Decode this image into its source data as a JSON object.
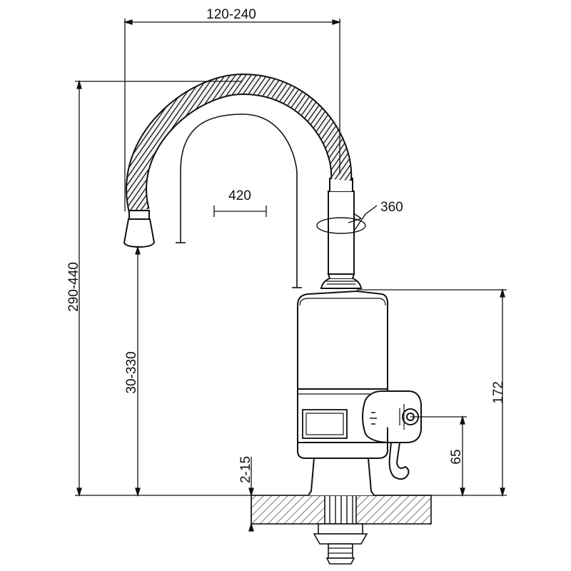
{
  "dimensions": {
    "reach": "120-240",
    "total_height": "290-440",
    "spout_height": "30-330",
    "swing_span": "420",
    "rotation": "360",
    "body_height": "172",
    "lever_height": "65",
    "mount_thickness": "2-15"
  },
  "colors": {
    "line": "#111111",
    "background": "#ffffff"
  }
}
